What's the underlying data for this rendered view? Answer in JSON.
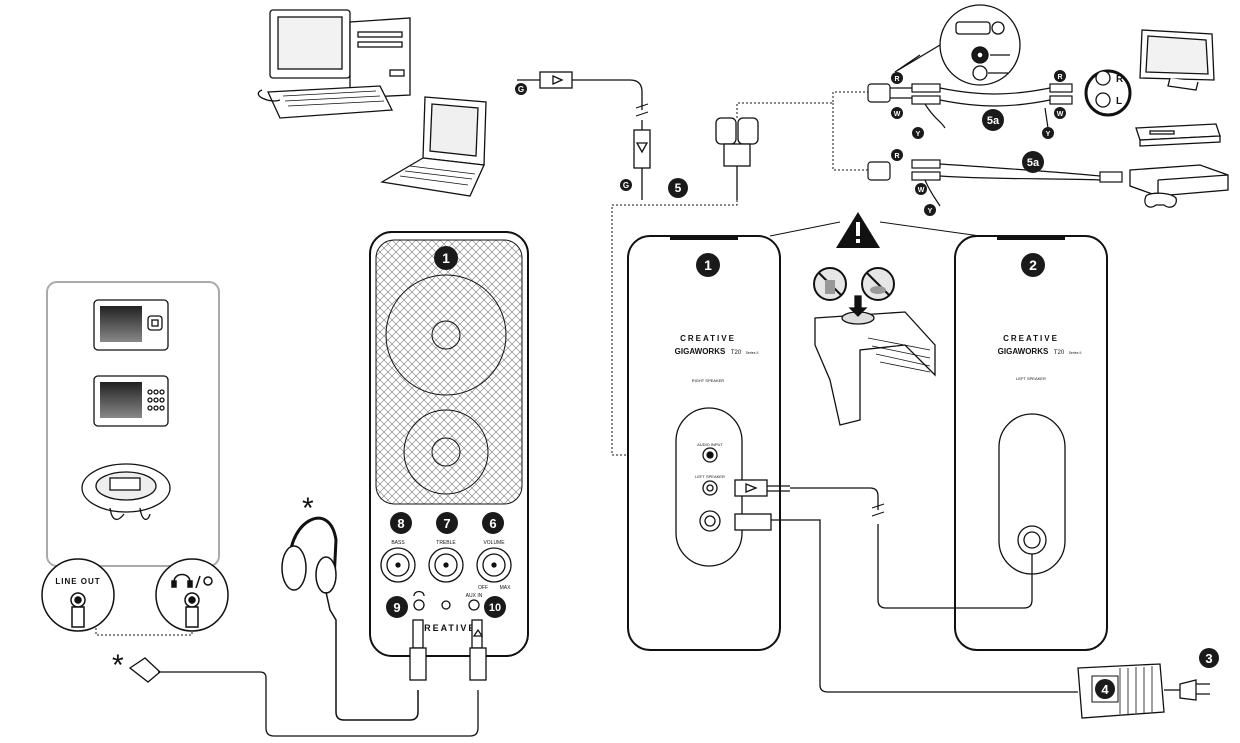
{
  "callouts": {
    "n1": "1",
    "n2": "2",
    "n3": "3",
    "n4": "4",
    "n5": "5",
    "n5a": "5a",
    "n6": "6",
    "n7": "7",
    "n8": "8",
    "n9": "9",
    "n10": "10"
  },
  "plug_markers": {
    "g": "G",
    "r": "R",
    "w": "W",
    "y": "Y"
  },
  "jack_labels": {
    "line_out": "LINE OUT",
    "r": "R",
    "l": "L"
  },
  "asterisk": "*",
  "front_panel": {
    "brand": "CREATIVE",
    "bass": "BASS",
    "treble": "TREBLE",
    "volume": "VOLUME",
    "off": "OFF",
    "max": "MAX",
    "aux_in": "AUX IN"
  },
  "right_speaker": {
    "brand": "CREATIVE",
    "model": "GIGAWORKS",
    "model_suffix": "T20",
    "series": "Series II",
    "caption": "RIGHT SPEAKER",
    "audio_input": "AUDIO INPUT",
    "left_speaker_jack": "LEFT SPEAKER"
  },
  "left_speaker": {
    "brand": "CREATIVE",
    "model": "GIGAWORKS",
    "model_suffix": "T20",
    "series": "Series II",
    "caption": "LEFT SPEAKER"
  },
  "colors": {
    "ink": "#111111",
    "callout": "#1a1a1a",
    "grille": "#dddddd",
    "bg": "#ffffff"
  },
  "icons": [
    "desktop-computer-icon",
    "laptop-icon",
    "mp3-player-icon",
    "cd-player-icon",
    "headphones-icon",
    "tv-icon",
    "dvd-player-icon",
    "game-console-icon",
    "warning-icon",
    "power-adapter-icon",
    "power-plug-icon"
  ]
}
